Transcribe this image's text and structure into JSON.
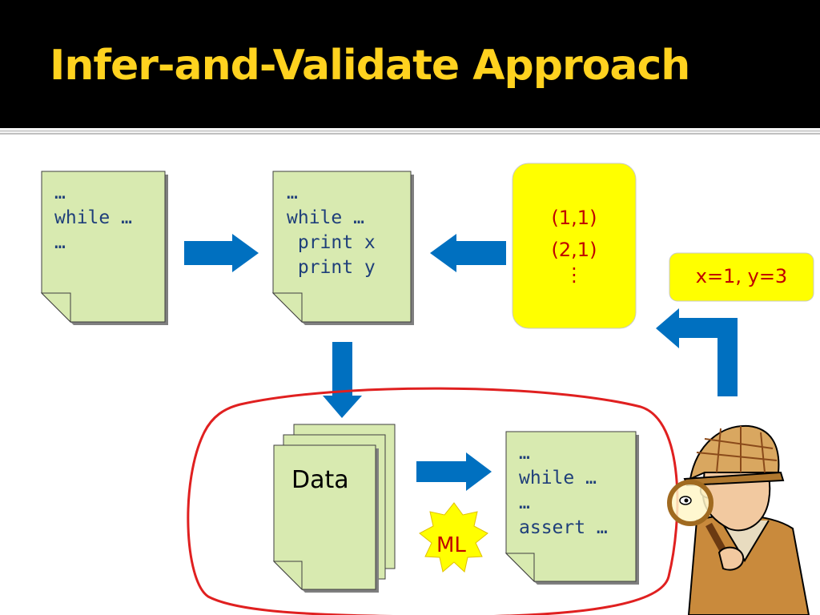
{
  "title": "Infer-and-Validate Approach",
  "program_original": {
    "lines": [
      "…",
      "while …",
      "…"
    ]
  },
  "program_instrumented": {
    "lines": [
      "…",
      "while …",
      " print x",
      " print y"
    ]
  },
  "traces": {
    "lines": [
      "(1,1)",
      "(2,1)"
    ],
    "ellipsis": "⋮"
  },
  "counterexample": "x=1, y=3",
  "data_label": "Data",
  "ml_label": "ML",
  "program_annotated": {
    "lines": [
      "…",
      "while …",
      "…",
      "assert …"
    ]
  },
  "colors": {
    "title": "#ffd21f",
    "doc_fill": "#d8eab0",
    "arrow": "#0070c0",
    "note_fill": "#ffff00",
    "highlight_loop": "#e02020",
    "code_text": "#1f3f7a",
    "trace_text": "#c00000"
  },
  "icons": [
    "detective-icon"
  ]
}
